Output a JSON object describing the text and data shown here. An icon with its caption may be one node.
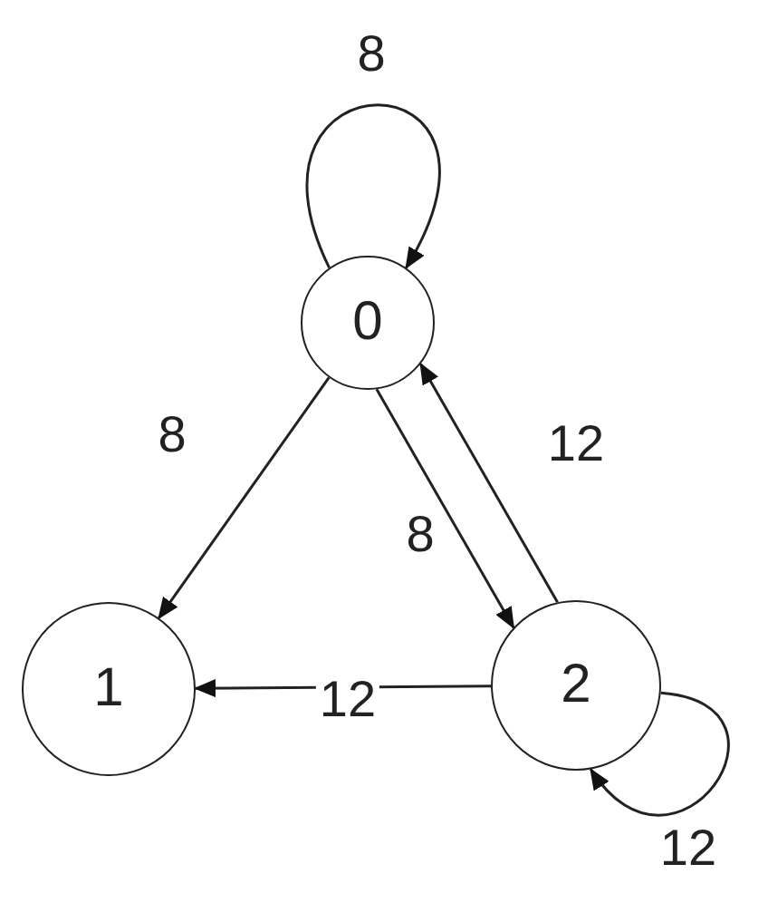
{
  "diagram": {
    "nodes": [
      {
        "text": [
          "0"
        ]
      },
      {
        "text": [
          "1"
        ]
      },
      {
        "text": [
          "2"
        ]
      }
    ],
    "edges": [
      {
        "from": 0,
        "to": 0,
        "arrow": "to",
        "label": "8"
      },
      {
        "from": 0,
        "to": 1,
        "arrow": "to",
        "label": "8"
      },
      {
        "from": 0,
        "to": 2,
        "arrow": "to",
        "label": "8"
      },
      {
        "from": 2,
        "to": 0,
        "arrow": "to",
        "label": "12"
      },
      {
        "from": 2,
        "to": 1,
        "arrow": "to",
        "label": "12"
      },
      {
        "from": 2,
        "to": 2,
        "arrow": "to",
        "label": "12"
      }
    ]
  }
}
